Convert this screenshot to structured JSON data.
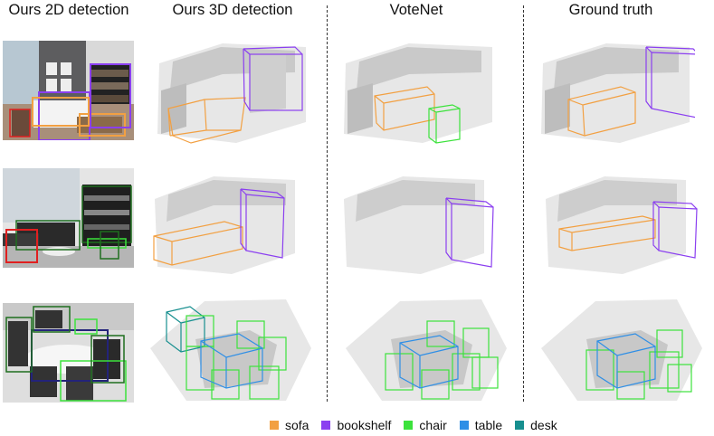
{
  "columns": [
    {
      "title": "Ours 2D detection"
    },
    {
      "title": "Ours 3D detection"
    },
    {
      "title": "VoteNet"
    },
    {
      "title": "Ground truth"
    }
  ],
  "legend": [
    {
      "label": "sofa",
      "color": "#f2a042"
    },
    {
      "label": "bookshelf",
      "color": "#8b3ff0"
    },
    {
      "label": "chair",
      "color": "#3ce23c"
    },
    {
      "label": "table",
      "color": "#2f8fe6"
    },
    {
      "label": "desk",
      "color": "#178f8f"
    }
  ],
  "colors": {
    "sofa": "#f2a042",
    "bookshelf": "#8b3ff0",
    "chair": "#3ce23c",
    "table": "#2f8fe6",
    "desk": "#178f8f",
    "red_box": "#e02020",
    "navy_box": "#23237a",
    "dark_green_box": "#1f6f1f"
  }
}
